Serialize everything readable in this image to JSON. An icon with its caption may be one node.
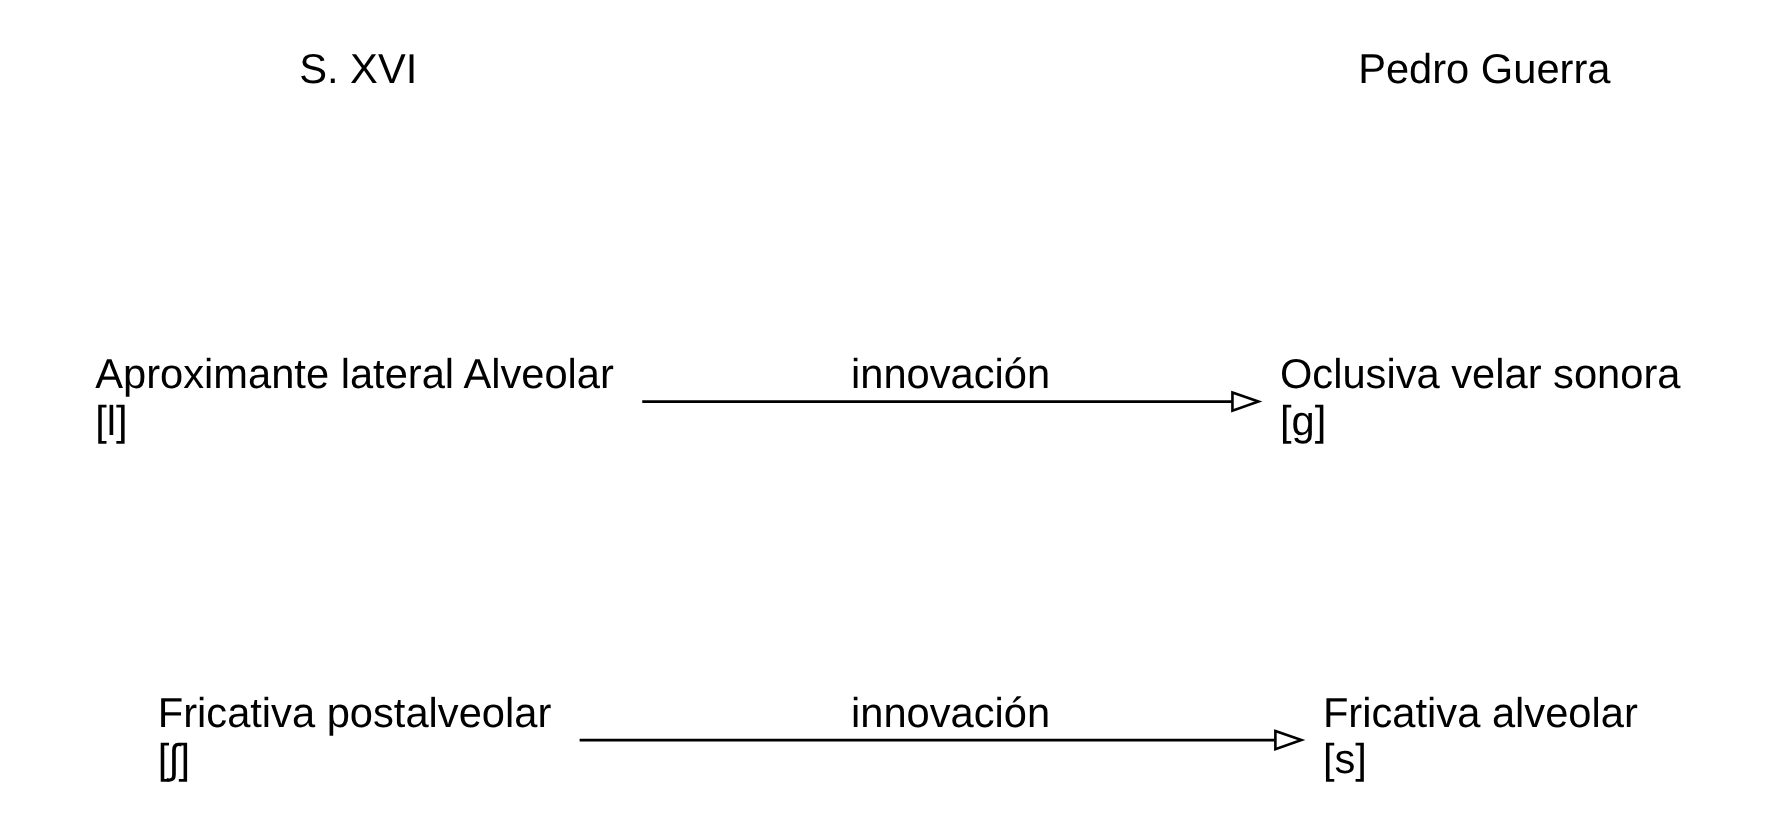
{
  "diagram": {
    "nodes": [
      {
        "text": [
          "Aproximante lateral Alveolar",
          "[l]"
        ]
      },
      {
        "text": [
          "Oclusiva velar sonora",
          "[ɡ]"
        ]
      },
      {
        "text": [
          "Fricativa postalveolar",
          "[ʃ]"
        ]
      },
      {
        "text": [
          "Fricativa alveolar",
          "[s]"
        ]
      }
    ],
    "edges": [
      {
        "from": 0,
        "to": 1,
        "arrow": "to",
        "label": "innovación"
      },
      {
        "from": 2,
        "to": 3,
        "arrow": "to",
        "label": "innovación"
      }
    ],
    "labels": [
      "S. XVI",
      "Pedro Guerra"
    ]
  }
}
